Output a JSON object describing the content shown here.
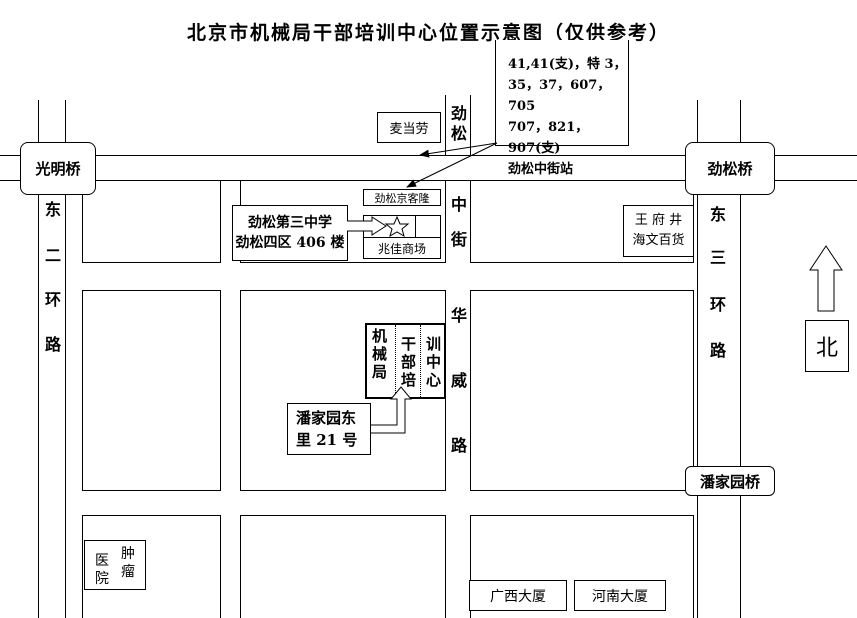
{
  "title": "北京市机械局干部培训中心位置示意图（仅供参考）",
  "bridges": {
    "guangming": "光明桥",
    "jinsong": "劲松桥",
    "panjiayuan": "潘家园桥"
  },
  "roads": {
    "east_2nd_ring": [
      "东",
      "二",
      "环",
      "路"
    ],
    "east_3rd_ring": [
      "东",
      "三",
      "环",
      "路"
    ],
    "jinsong_top": [
      "劲",
      "松"
    ],
    "zhongjie": [
      "中",
      "街"
    ],
    "huawei": [
      "华",
      "威",
      "路"
    ]
  },
  "bus_info": {
    "lines": [
      "41,41(支)，特 3，",
      "35，37，607，705",
      "707，821，907(支)",
      "劲松中街站"
    ]
  },
  "places": {
    "mcdonalds": "麦当劳",
    "school": [
      "劲松第三中学",
      "劲松四区 406 楼"
    ],
    "jingkelong": "劲松京客隆",
    "zhaojia": "兆佳商场",
    "wangfujing": [
      "王 府 井",
      "海文百货"
    ],
    "training_center": [
      [
        "机",
        "械",
        "局"
      ],
      [
        "干",
        "部",
        "培"
      ],
      [
        "训",
        "中",
        "心"
      ]
    ],
    "address": [
      "潘家园东",
      "里 21 号"
    ],
    "hospital": [
      [
        "医",
        "院"
      ],
      [
        "肿",
        "瘤"
      ]
    ],
    "guangxi": "广西大厦",
    "henan": "河南大厦"
  },
  "north": "北"
}
